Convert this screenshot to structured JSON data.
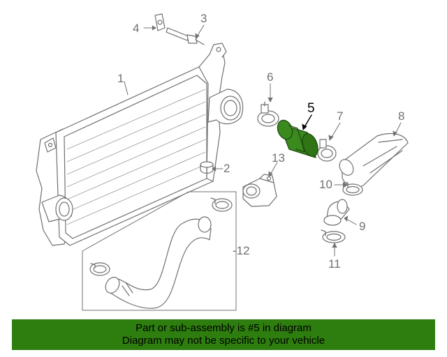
{
  "callouts": {
    "c1": "1",
    "c2": "2",
    "c3": "3",
    "c4": "4",
    "c5": "5",
    "c6": "6",
    "c7": "7",
    "c8": "8",
    "c9": "9",
    "c10": "10",
    "c11": "11",
    "c12": "-12",
    "c13": "13"
  },
  "highlight_part": "5",
  "banner": {
    "line1": "Part or sub-assembly is #5 in diagram",
    "line2": "Diagram may not be specific to your vehicle"
  },
  "colors": {
    "line": "#707070",
    "highlight": "#3a8a1e",
    "banner_bg": "#2e7d0f"
  }
}
